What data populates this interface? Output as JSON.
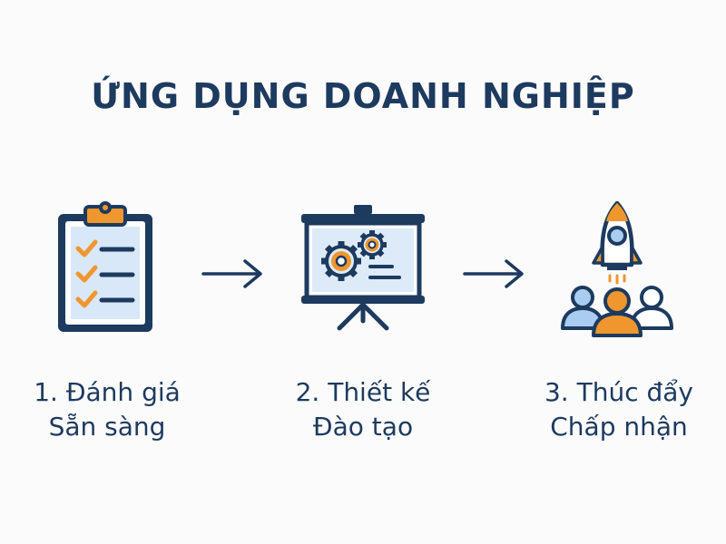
{
  "title": "ỨNG DỤNG DOANH NGHIỆP",
  "colors": {
    "navy": "#1d3a5f",
    "blue": "#2f6fb5",
    "light_blue": "#a9cdf0",
    "orange": "#f0962e"
  },
  "steps": [
    {
      "icon": "clipboard-checklist-icon",
      "line1": "1. Đánh giá",
      "line2": "Sẵn sàng"
    },
    {
      "icon": "presentation-gears-icon",
      "line1": "2. Thiết kế",
      "line2": "Đào tạo"
    },
    {
      "icon": "rocket-team-icon",
      "line1": "3. Thúc đẩy",
      "line2": "Chấp nhận"
    }
  ],
  "connectors": [
    "arrow-right-icon",
    "arrow-right-icon"
  ]
}
